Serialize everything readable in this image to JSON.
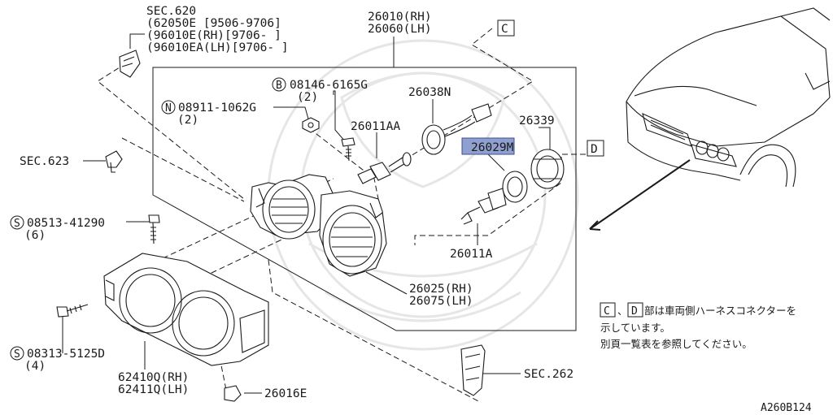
{
  "labels": {
    "sec620_title": "SEC.620",
    "sec620_line1": "(62050E [9506-9706]",
    "sec620_line2": "(96010E(RH)[9706- ]",
    "sec620_line3": "(96010EA(LH)[9706- ]",
    "part_26010": "26010(RH)",
    "part_26060": "26060(LH)",
    "ref_c_top": "C",
    "bolt_prefix": "B",
    "bolt_number": "08146-6165G",
    "bolt_qty": "(2)",
    "nut_prefix": "N",
    "nut_number": "08911-1062G",
    "nut_qty": "(2)",
    "part_26038n": "26038N",
    "part_26011aa": "26011AA",
    "part_26029m": "26029M",
    "part_26339": "26339",
    "ref_d_right": "D",
    "sec623": "SEC.623",
    "screw1_prefix": "S",
    "screw1_number": "08513-41290",
    "screw1_qty": "(6)",
    "part_26011a": "26011A",
    "part_26025": "26025(RH)",
    "part_26075": "26075(LH)",
    "screw2_prefix": "S",
    "screw2_number": "08313-5125D",
    "screw2_qty": "(4)",
    "part_62410q": "62410Q(RH)",
    "part_62411q": "62411Q(LH)",
    "part_26016e": "26016E",
    "sec262": "SEC.262",
    "note_box_c": "C",
    "note_box_d": "D",
    "note_sep": "、",
    "note_line1": "部は車両側ハーネスコネクターを",
    "note_line2": "示しています。",
    "note_line3": "別頁一覧表を参照してください。",
    "diagram_code": "A260B124"
  },
  "colors": {
    "line": "#1a1a1a",
    "highlight": "#8f9fcf",
    "watermark": "#e6e6e6"
  }
}
